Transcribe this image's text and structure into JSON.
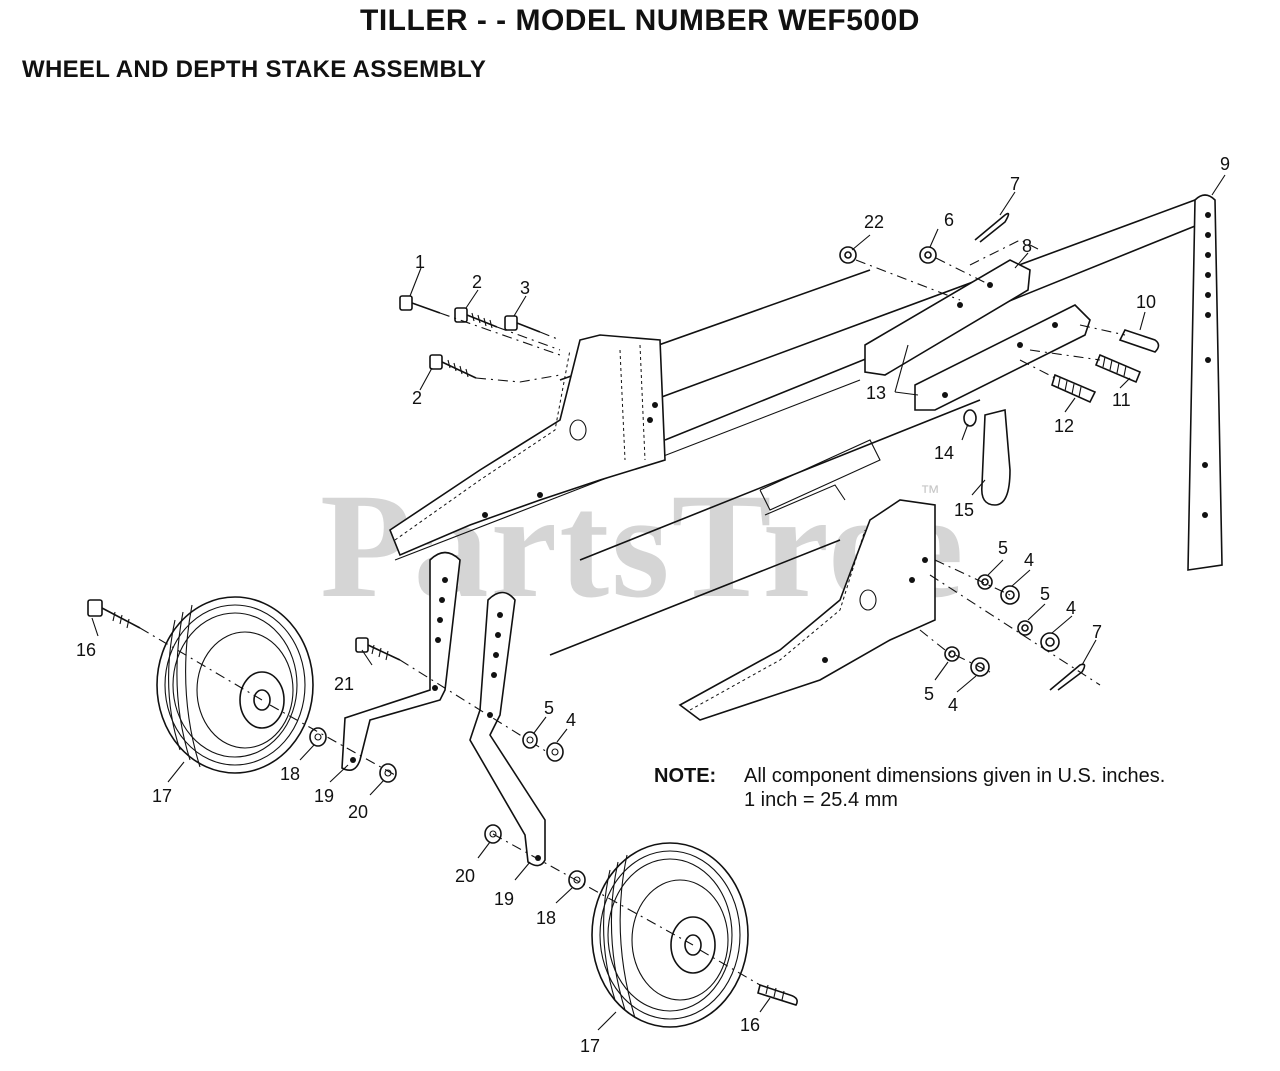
{
  "header": {
    "title": "TILLER - - MODEL NUMBER WEF500D",
    "subtitle": "WHEEL AND DEPTH STAKE ASSEMBLY"
  },
  "watermark": {
    "brand": "PartsTree",
    "trademark": "™"
  },
  "note": {
    "label": "NOTE:",
    "line1": "All component dimensions given in U.S. inches.",
    "line2": "1 inch = 25.4 mm"
  },
  "callouts": [
    {
      "id": "c1",
      "text": "1"
    },
    {
      "id": "c2a",
      "text": "2"
    },
    {
      "id": "c2b",
      "text": "2"
    },
    {
      "id": "c3",
      "text": "3"
    },
    {
      "id": "c4a",
      "text": "4"
    },
    {
      "id": "c4b",
      "text": "4"
    },
    {
      "id": "c4c",
      "text": "4"
    },
    {
      "id": "c4d",
      "text": "4"
    },
    {
      "id": "c5a",
      "text": "5"
    },
    {
      "id": "c5b",
      "text": "5"
    },
    {
      "id": "c5c",
      "text": "5"
    },
    {
      "id": "c5d",
      "text": "5"
    },
    {
      "id": "c6",
      "text": "6"
    },
    {
      "id": "c7a",
      "text": "7"
    },
    {
      "id": "c7b",
      "text": "7"
    },
    {
      "id": "c8",
      "text": "8"
    },
    {
      "id": "c9",
      "text": "9"
    },
    {
      "id": "c10",
      "text": "10"
    },
    {
      "id": "c11",
      "text": "11"
    },
    {
      "id": "c12",
      "text": "12"
    },
    {
      "id": "c13",
      "text": "13"
    },
    {
      "id": "c14",
      "text": "14"
    },
    {
      "id": "c15",
      "text": "15"
    },
    {
      "id": "c16a",
      "text": "16"
    },
    {
      "id": "c16b",
      "text": "16"
    },
    {
      "id": "c17a",
      "text": "17"
    },
    {
      "id": "c17b",
      "text": "17"
    },
    {
      "id": "c18a",
      "text": "18"
    },
    {
      "id": "c18b",
      "text": "18"
    },
    {
      "id": "c19a",
      "text": "19"
    },
    {
      "id": "c19b",
      "text": "19"
    },
    {
      "id": "c20a",
      "text": "20"
    },
    {
      "id": "c20b",
      "text": "20"
    },
    {
      "id": "c21",
      "text": "21"
    },
    {
      "id": "c22",
      "text": "22"
    }
  ]
}
